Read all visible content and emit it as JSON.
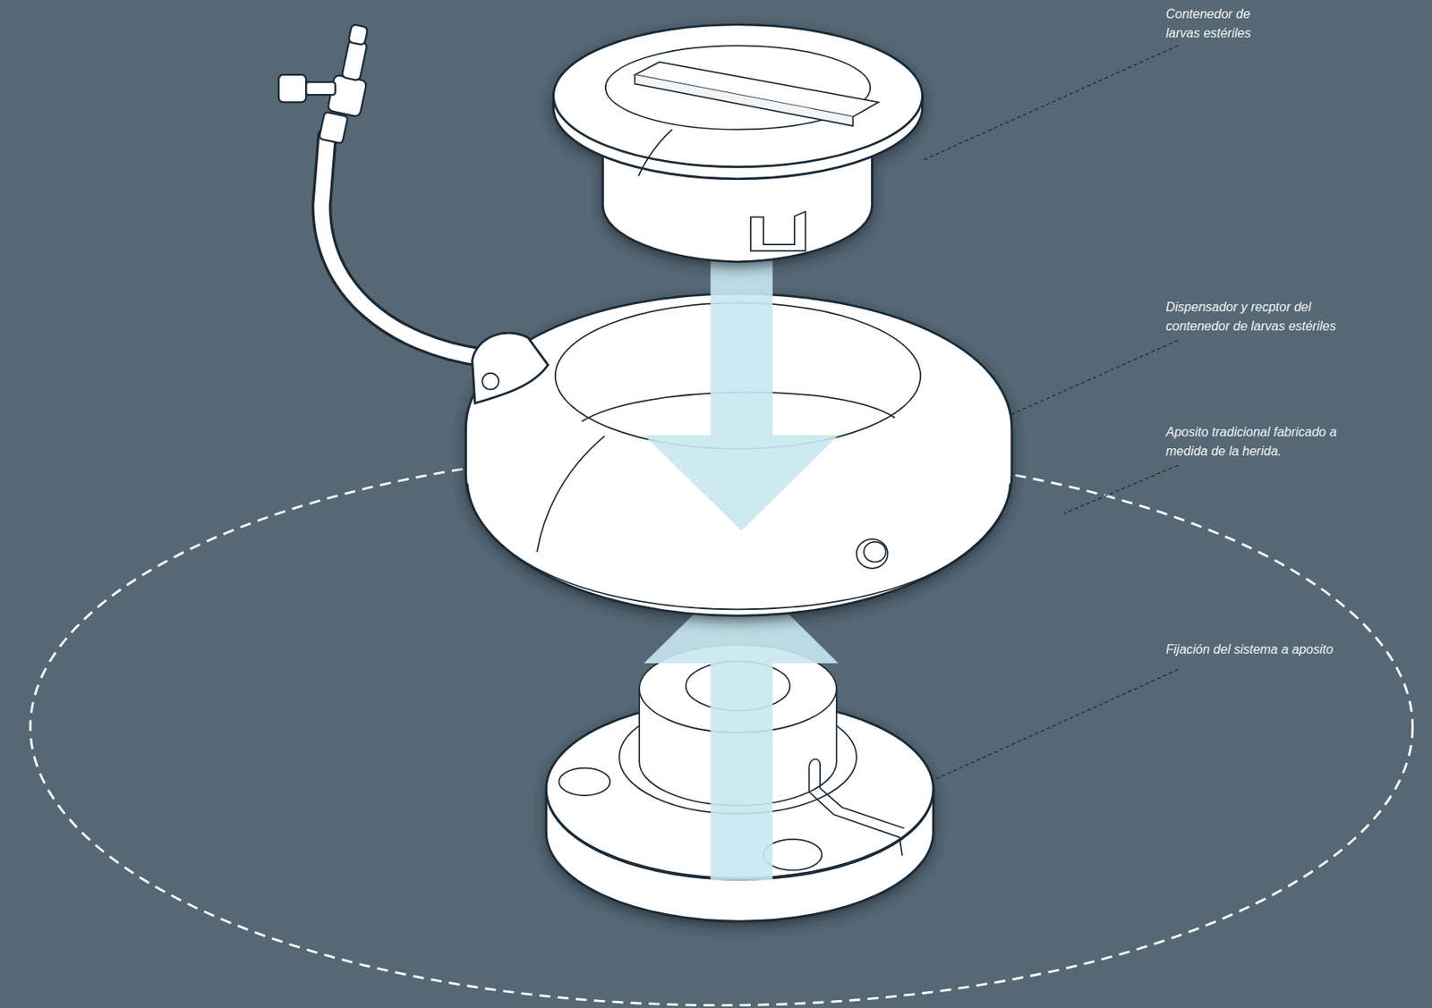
{
  "diagram": {
    "labels": [
      "Contenedor de larvas estériles",
      "Dispensador y recptor del contenedor de larvas estériles",
      "Aposito tradicional fabricado a medida de la herida.",
      "Fijación del sistema a aposito"
    ]
  }
}
